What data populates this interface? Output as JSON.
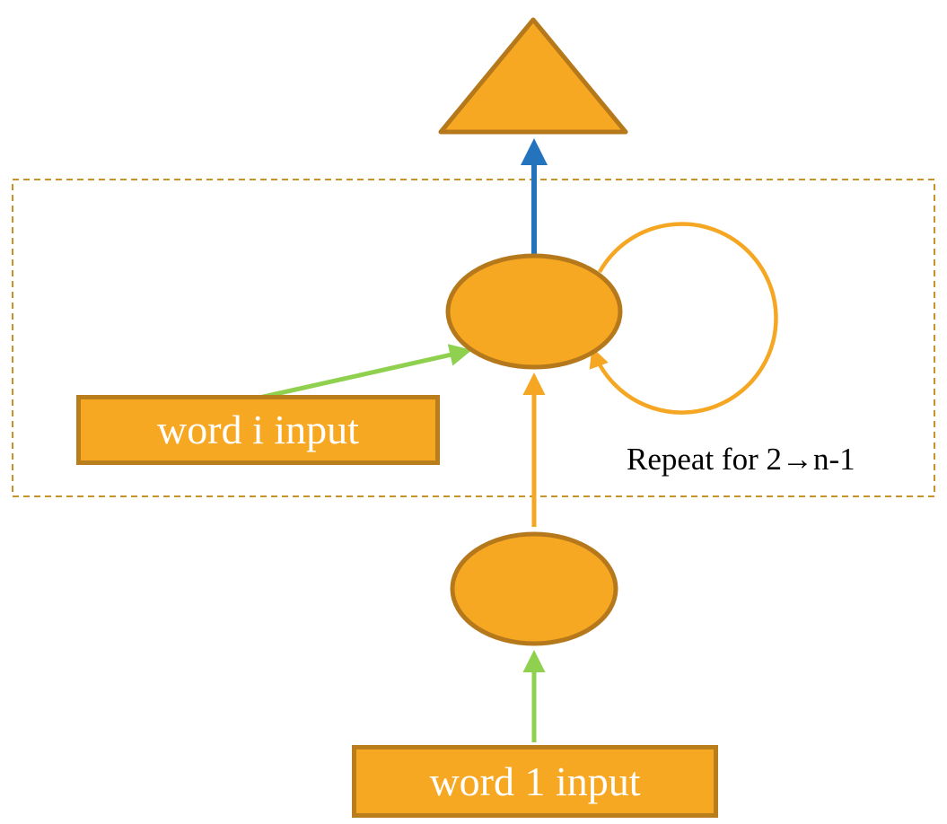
{
  "diagram": {
    "title": "recurrent network unrolled diagram",
    "labels": {
      "word_i_input": "word i input",
      "word_1_input": "word 1 input",
      "repeat_note": "Repeat for 2→n-1"
    },
    "nodes": {
      "output": "triangle",
      "hidden_state_upper": "ellipse",
      "hidden_state_lower": "ellipse"
    },
    "colors": {
      "node_fill": "#F7A823",
      "node_stroke": "#B5791C",
      "box_fill": "#F7A823",
      "box_stroke": "#BA7D1C",
      "box_text": "#FFFFFF",
      "arrow_blue": "#2374BC",
      "arrow_green": "#8FD14F",
      "arrow_orange": "#F5A623",
      "dashed_border": "#C8922B",
      "note_text": "#000000"
    }
  }
}
